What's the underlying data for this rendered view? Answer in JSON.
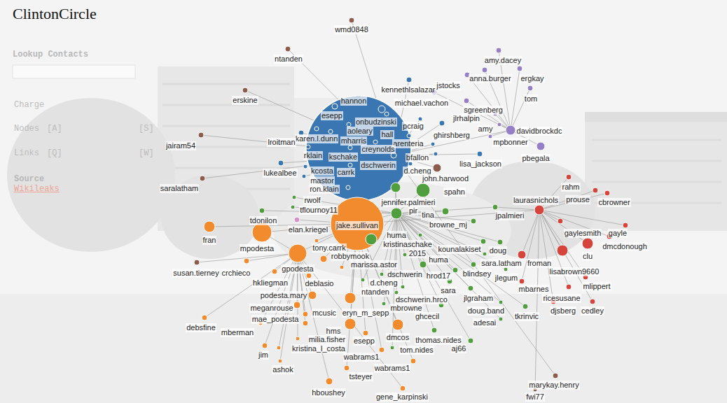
{
  "diagram": {
    "title": "ClintonCircle",
    "nodes": [
      {
        "text": [
          "wmd0848"
        ]
      },
      {
        "text": [
          "ntanden"
        ]
      },
      {
        "text": [
          "amy.dacey"
        ]
      },
      {
        "text": [
          "anna.burger"
        ]
      },
      {
        "text": [
          "ergkay"
        ]
      },
      {
        "text": [
          "jstocks"
        ]
      },
      {
        "text": [
          "kennethlsalazar"
        ]
      },
      {
        "text": [
          "erskine"
        ]
      },
      {
        "text": [
          "tom"
        ]
      },
      {
        "text": [
          "michael.vachon"
        ]
      },
      {
        "text": [
          "hannon"
        ]
      },
      {
        "text": [
          "esepp"
        ]
      },
      {
        "text": [
          "sgreenberg"
        ]
      },
      {
        "text": [
          "jlrhalpin"
        ]
      },
      {
        "text": [
          "onbudzinski"
        ]
      },
      {
        "text": [
          "pcraig"
        ]
      },
      {
        "text": [
          "amy"
        ]
      },
      {
        "text": [
          "davidbrockdc"
        ]
      },
      {
        "text": [
          "aoleary"
        ]
      },
      {
        "text": [
          "hall"
        ]
      },
      {
        "text": [
          "ghirshberg"
        ]
      },
      {
        "text": [
          "karen.l.dunn"
        ]
      },
      {
        "text": [
          "mharris"
        ]
      },
      {
        "text": [
          "jairam54"
        ]
      },
      {
        "text": [
          "mpbonner"
        ]
      },
      {
        "text": [
          "lroitman"
        ]
      },
      {
        "text": [
          "arenteria"
        ]
      },
      {
        "text": [
          "creynolds"
        ]
      },
      {
        "text": [
          "kschake"
        ]
      },
      {
        "text": [
          "rklain"
        ]
      },
      {
        "text": [
          "bfallon"
        ]
      },
      {
        "text": [
          "pbegala"
        ]
      },
      {
        "text": [
          "dschwerin"
        ]
      },
      {
        "text": [
          "lisa_jackson"
        ]
      },
      {
        "text": [
          "kcosta"
        ]
      },
      {
        "text": [
          "carrk"
        ]
      },
      {
        "text": [
          "d.cheng"
        ]
      },
      {
        "text": [
          "lukealbee"
        ]
      },
      {
        "text": [
          "john.harwood"
        ]
      },
      {
        "text": [
          "mastor"
        ]
      },
      {
        "text": [
          "saralatham"
        ]
      },
      {
        "text": [
          "rahm"
        ]
      },
      {
        "text": [
          "ron.klain"
        ]
      },
      {
        "text": [
          "spahn"
        ]
      },
      {
        "text": [
          "prouse"
        ]
      },
      {
        "text": [
          "laurasnichols"
        ]
      },
      {
        "text": [
          "cbrowner"
        ]
      },
      {
        "text": [
          "rwolf"
        ]
      },
      {
        "text": [
          "jennifer.palmieri"
        ]
      },
      {
        "text": [
          "tflournoy11"
        ]
      },
      {
        "text": [
          "jpalmieri"
        ]
      },
      {
        "text": [
          "pir"
        ]
      },
      {
        "text": [
          "tina"
        ]
      },
      {
        "text": [
          "tdonilon"
        ]
      },
      {
        "text": [
          "browne_mj"
        ]
      },
      {
        "text": [
          "jake.sullivan"
        ]
      },
      {
        "text": [
          "elan.kriegel"
        ]
      },
      {
        "text": [
          "fran"
        ]
      },
      {
        "text": [
          "gaylesmith"
        ]
      },
      {
        "text": [
          "gayle"
        ]
      },
      {
        "text": [
          "huma"
        ]
      },
      {
        "text": [
          "kristinaschake"
        ]
      },
      {
        "text": [
          "mpodesta"
        ]
      },
      {
        "text": [
          "clu"
        ]
      },
      {
        "text": [
          "dmcdonough"
        ]
      },
      {
        "text": [
          "tony.carrk"
        ]
      },
      {
        "text": [
          "kounalakiset"
        ]
      },
      {
        "text": [
          "doug"
        ]
      },
      {
        "text": [
          "gpodesta"
        ]
      },
      {
        "text": [
          "robbymook"
        ]
      },
      {
        "text": [
          "2015"
        ]
      },
      {
        "text": [
          "marissa.astor"
        ]
      },
      {
        "text": [
          "huma"
        ]
      },
      {
        "text": [
          "froman"
        ]
      },
      {
        "text": [
          "lisabrown9660"
        ]
      },
      {
        "text": [
          "sara.latham"
        ]
      },
      {
        "text": [
          "susan.tierney"
        ]
      },
      {
        "text": [
          "crchieco"
        ]
      },
      {
        "text": [
          "hkliegman"
        ]
      },
      {
        "text": [
          "hrod17"
        ]
      },
      {
        "text": [
          "blindsey"
        ]
      },
      {
        "text": [
          "dschwerin"
        ]
      },
      {
        "text": [
          "jlegum"
        ]
      },
      {
        "text": [
          "deblasio"
        ]
      },
      {
        "text": [
          "d.cheng"
        ]
      },
      {
        "text": [
          "mlippert"
        ]
      },
      {
        "text": [
          "mbarnes"
        ]
      },
      {
        "text": [
          "ntanden"
        ]
      },
      {
        "text": [
          "sara"
        ]
      },
      {
        "text": [
          "podesta.mary"
        ]
      },
      {
        "text": [
          "ricesusane"
        ]
      },
      {
        "text": [
          "dschwerin.hrco"
        ]
      },
      {
        "text": [
          "jlgraham"
        ]
      },
      {
        "text": [
          "meganrouse"
        ]
      },
      {
        "text": [
          "mbrowne"
        ]
      },
      {
        "text": [
          "doug.band"
        ]
      },
      {
        "text": [
          "djsberg"
        ]
      },
      {
        "text": [
          "cedley"
        ]
      },
      {
        "text": [
          "mcusic"
        ]
      },
      {
        "text": [
          "eryn_m_sepp"
        ]
      },
      {
        "text": [
          "ghcecil"
        ]
      },
      {
        "text": [
          "mae_podesta"
        ]
      },
      {
        "text": [
          "adesai"
        ]
      },
      {
        "text": [
          "tkrinvic"
        ]
      },
      {
        "text": [
          "hms"
        ]
      },
      {
        "text": [
          "dmcos"
        ]
      },
      {
        "text": [
          "thomas.nides"
        ]
      },
      {
        "text": [
          "mberman"
        ]
      },
      {
        "text": [
          "milia.fisher"
        ]
      },
      {
        "text": [
          "esepp"
        ]
      },
      {
        "text": [
          "kristina_l_costa"
        ]
      },
      {
        "text": [
          "debsfine"
        ]
      },
      {
        "text": [
          "tom.nides"
        ]
      },
      {
        "text": [
          "aj66"
        ]
      },
      {
        "text": [
          "wabrams1"
        ]
      },
      {
        "text": [
          "jim"
        ]
      },
      {
        "text": [
          "wabrams1"
        ]
      },
      {
        "text": [
          "ashok"
        ]
      },
      {
        "text": [
          "tsteyer"
        ]
      },
      {
        "text": [
          "hboushey"
        ]
      },
      {
        "text": [
          "marykay.henry"
        ]
      },
      {
        "text": [
          "gene_karpinski"
        ]
      },
      {
        "text": [
          "fwi77"
        ]
      }
    ],
    "edges": [
      {
        "from": 6,
        "to": 32,
        "arrow": "none"
      },
      {
        "from": 10,
        "to": 32,
        "arrow": "none"
      },
      {
        "from": 11,
        "to": 32,
        "arrow": "none"
      },
      {
        "from": 14,
        "to": 32,
        "arrow": "none"
      },
      {
        "from": 15,
        "to": 32,
        "arrow": "none"
      },
      {
        "from": 18,
        "to": 32,
        "arrow": "none"
      },
      {
        "from": 19,
        "to": 32,
        "arrow": "none"
      },
      {
        "from": 20,
        "to": 32,
        "arrow": "none"
      },
      {
        "from": 21,
        "to": 32,
        "arrow": "none"
      },
      {
        "from": 22,
        "to": 32,
        "arrow": "none"
      },
      {
        "from": 25,
        "to": 32,
        "arrow": "none"
      },
      {
        "from": 26,
        "to": 32,
        "arrow": "none"
      },
      {
        "from": 27,
        "to": 32,
        "arrow": "none"
      },
      {
        "from": 28,
        "to": 32,
        "arrow": "none"
      },
      {
        "from": 29,
        "to": 32,
        "arrow": "none"
      },
      {
        "from": 30,
        "to": 32,
        "arrow": "none"
      },
      {
        "from": 33,
        "to": 32,
        "arrow": "none"
      },
      {
        "from": 34,
        "to": 32,
        "arrow": "none"
      },
      {
        "from": 35,
        "to": 32,
        "arrow": "none"
      },
      {
        "from": 36,
        "to": 32,
        "arrow": "none"
      },
      {
        "from": 37,
        "to": 32,
        "arrow": "none"
      },
      {
        "from": 39,
        "to": 32,
        "arrow": "none"
      },
      {
        "from": 42,
        "to": 32,
        "arrow": "none"
      },
      {
        "from": 0,
        "to": 32,
        "arrow": "none"
      },
      {
        "from": 1,
        "to": 32,
        "arrow": "none"
      },
      {
        "from": 7,
        "to": 32,
        "arrow": "none"
      },
      {
        "from": 23,
        "to": 32,
        "arrow": "none"
      },
      {
        "from": 38,
        "to": 32,
        "arrow": "none"
      },
      {
        "from": 40,
        "to": 32,
        "arrow": "none"
      },
      {
        "from": 120,
        "to": 32,
        "arrow": "none"
      },
      {
        "from": 76,
        "to": 68,
        "arrow": "none"
      },
      {
        "from": 122,
        "to": 45,
        "arrow": "none"
      },
      {
        "from": 2,
        "to": 17,
        "arrow": "none"
      },
      {
        "from": 3,
        "to": 17,
        "arrow": "none"
      },
      {
        "from": 4,
        "to": 17,
        "arrow": "none"
      },
      {
        "from": 5,
        "to": 17,
        "arrow": "none"
      },
      {
        "from": 8,
        "to": 17,
        "arrow": "none"
      },
      {
        "from": 9,
        "to": 17,
        "arrow": "none"
      },
      {
        "from": 12,
        "to": 17,
        "arrow": "none"
      },
      {
        "from": 13,
        "to": 17,
        "arrow": "none"
      },
      {
        "from": 16,
        "to": 17,
        "arrow": "none"
      },
      {
        "from": 24,
        "to": 17,
        "arrow": "none"
      },
      {
        "from": 31,
        "to": 17,
        "arrow": "none"
      },
      {
        "from": 17,
        "to": 32,
        "arrow": "none"
      },
      {
        "from": 41,
        "to": 45,
        "arrow": "none"
      },
      {
        "from": 44,
        "to": 45,
        "arrow": "none"
      },
      {
        "from": 46,
        "to": 45,
        "arrow": "none"
      },
      {
        "from": 58,
        "to": 45,
        "arrow": "none"
      },
      {
        "from": 59,
        "to": 45,
        "arrow": "none"
      },
      {
        "from": 63,
        "to": 45,
        "arrow": "none"
      },
      {
        "from": 64,
        "to": 45,
        "arrow": "none"
      },
      {
        "from": 73,
        "to": 45,
        "arrow": "none"
      },
      {
        "from": 74,
        "to": 45,
        "arrow": "none"
      },
      {
        "from": 85,
        "to": 45,
        "arrow": "none"
      },
      {
        "from": 86,
        "to": 45,
        "arrow": "none"
      },
      {
        "from": 90,
        "to": 45,
        "arrow": "none"
      },
      {
        "from": 96,
        "to": 45,
        "arrow": "none"
      },
      {
        "from": 97,
        "to": 45,
        "arrow": "none"
      },
      {
        "from": 45,
        "to": 55,
        "arrow": "none"
      },
      {
        "from": 50,
        "to": 45,
        "arrow": "none"
      },
      {
        "from": 43,
        "to": 51,
        "arrow": "none"
      },
      {
        "from": 47,
        "to": 51,
        "arrow": "none"
      },
      {
        "from": 48,
        "to": 51,
        "arrow": "none"
      },
      {
        "from": 49,
        "to": 51,
        "arrow": "none"
      },
      {
        "from": 50,
        "to": 51,
        "arrow": "none"
      },
      {
        "from": 52,
        "to": 51,
        "arrow": "none"
      },
      {
        "from": 53,
        "to": 51,
        "arrow": "none"
      },
      {
        "from": 54,
        "to": 51,
        "arrow": "none"
      },
      {
        "from": 60,
        "to": 51,
        "arrow": "none"
      },
      {
        "from": 61,
        "to": 51,
        "arrow": "none"
      },
      {
        "from": 66,
        "to": 51,
        "arrow": "none"
      },
      {
        "from": 67,
        "to": 51,
        "arrow": "none"
      },
      {
        "from": 70,
        "to": 51,
        "arrow": "none"
      },
      {
        "from": 72,
        "to": 51,
        "arrow": "none"
      },
      {
        "from": 75,
        "to": 51,
        "arrow": "none"
      },
      {
        "from": 79,
        "to": 51,
        "arrow": "none"
      },
      {
        "from": 80,
        "to": 51,
        "arrow": "none"
      },
      {
        "from": 81,
        "to": 51,
        "arrow": "none"
      },
      {
        "from": 82,
        "to": 51,
        "arrow": "none"
      },
      {
        "from": 84,
        "to": 51,
        "arrow": "none"
      },
      {
        "from": 87,
        "to": 51,
        "arrow": "none"
      },
      {
        "from": 88,
        "to": 51,
        "arrow": "none"
      },
      {
        "from": 91,
        "to": 51,
        "arrow": "none"
      },
      {
        "from": 92,
        "to": 51,
        "arrow": "none"
      },
      {
        "from": 94,
        "to": 51,
        "arrow": "none"
      },
      {
        "from": 95,
        "to": 51,
        "arrow": "none"
      },
      {
        "from": 100,
        "to": 51,
        "arrow": "none"
      },
      {
        "from": 102,
        "to": 51,
        "arrow": "none"
      },
      {
        "from": 103,
        "to": 51,
        "arrow": "none"
      },
      {
        "from": 106,
        "to": 51,
        "arrow": "none"
      },
      {
        "from": 112,
        "to": 51,
        "arrow": "none"
      },
      {
        "from": 113,
        "to": 51,
        "arrow": "none"
      },
      {
        "from": 51,
        "to": 55,
        "arrow": "none"
      },
      {
        "from": 51,
        "to": 32,
        "arrow": "none"
      },
      {
        "from": 56,
        "to": 55,
        "arrow": "none"
      },
      {
        "from": 57,
        "to": 55,
        "arrow": "none"
      },
      {
        "from": 62,
        "to": 55,
        "arrow": "none"
      },
      {
        "from": 65,
        "to": 55,
        "arrow": "none"
      },
      {
        "from": 69,
        "to": 55,
        "arrow": "none"
      },
      {
        "from": 71,
        "to": 55,
        "arrow": "none"
      },
      {
        "from": 99,
        "to": 55,
        "arrow": "none"
      },
      {
        "from": 104,
        "to": 55,
        "arrow": "none"
      },
      {
        "from": 105,
        "to": 55,
        "arrow": "none"
      },
      {
        "from": 109,
        "to": 55,
        "arrow": "none"
      },
      {
        "from": 114,
        "to": 55,
        "arrow": "none"
      },
      {
        "from": 116,
        "to": 55,
        "arrow": "none"
      },
      {
        "from": 118,
        "to": 55,
        "arrow": "none"
      },
      {
        "from": 68,
        "to": 55,
        "arrow": "none"
      },
      {
        "from": 62,
        "to": 68,
        "arrow": "none"
      },
      {
        "from": 55,
        "to": 32,
        "arrow": "none"
      },
      {
        "from": 77,
        "to": 68,
        "arrow": "none"
      },
      {
        "from": 78,
        "to": 68,
        "arrow": "none"
      },
      {
        "from": 83,
        "to": 68,
        "arrow": "none"
      },
      {
        "from": 89,
        "to": 68,
        "arrow": "none"
      },
      {
        "from": 93,
        "to": 68,
        "arrow": "none"
      },
      {
        "from": 98,
        "to": 68,
        "arrow": "none"
      },
      {
        "from": 101,
        "to": 68,
        "arrow": "none"
      },
      {
        "from": 107,
        "to": 68,
        "arrow": "none"
      },
      {
        "from": 108,
        "to": 68,
        "arrow": "none"
      },
      {
        "from": 110,
        "to": 68,
        "arrow": "none"
      },
      {
        "from": 111,
        "to": 68,
        "arrow": "none"
      },
      {
        "from": 115,
        "to": 68,
        "arrow": "none"
      },
      {
        "from": 117,
        "to": 68,
        "arrow": "none"
      },
      {
        "from": 119,
        "to": 68,
        "arrow": "none"
      },
      {
        "from": 121,
        "to": 68,
        "arrow": "none"
      }
    ],
    "labels": [
      "Lookup Contacts",
      "Charge",
      "Nodes",
      "[A]",
      "[S]",
      "Links",
      "[Q]",
      "[W]",
      "Source",
      "Wikileaks"
    ]
  }
}
